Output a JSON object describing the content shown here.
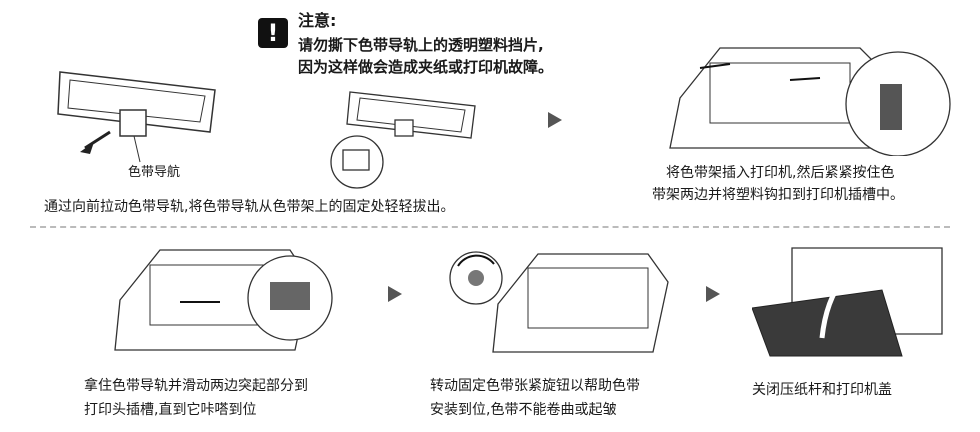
{
  "note": {
    "icon_glyph": "!",
    "title": "注意:",
    "lines": [
      "请勿撕下色带导轨上的透明塑料挡片,",
      "因为这样做会造成夹纸或打印机故障。"
    ]
  },
  "steps": {
    "step1": {
      "part_label": "色带导航",
      "caption": "通过向前拉动色带导轨,将色带导轨从色带架上的固定处轻轻拔出。"
    },
    "step2": {
      "caption_lines": [
        "将色带架插入打印机,然后紧紧按住色",
        "带架两边并将塑料钩扣到打印机插槽中。"
      ]
    },
    "step3": {
      "caption_lines": [
        "拿住色带导轨并滑动两边突起部分到",
        "打印头插槽,直到它咔嗒到位"
      ]
    },
    "step4": {
      "caption_lines": [
        "转动固定色带张紧旋钮以帮助色带",
        "安装到位,色带不能卷曲或起皱"
      ]
    },
    "step5": {
      "caption": "关闭压纸杆和打印机盖"
    }
  },
  "icons": [
    "warning-icon",
    "next-arrow-icon",
    "ribbon-cartridge-illustration",
    "printer-illustration"
  ]
}
